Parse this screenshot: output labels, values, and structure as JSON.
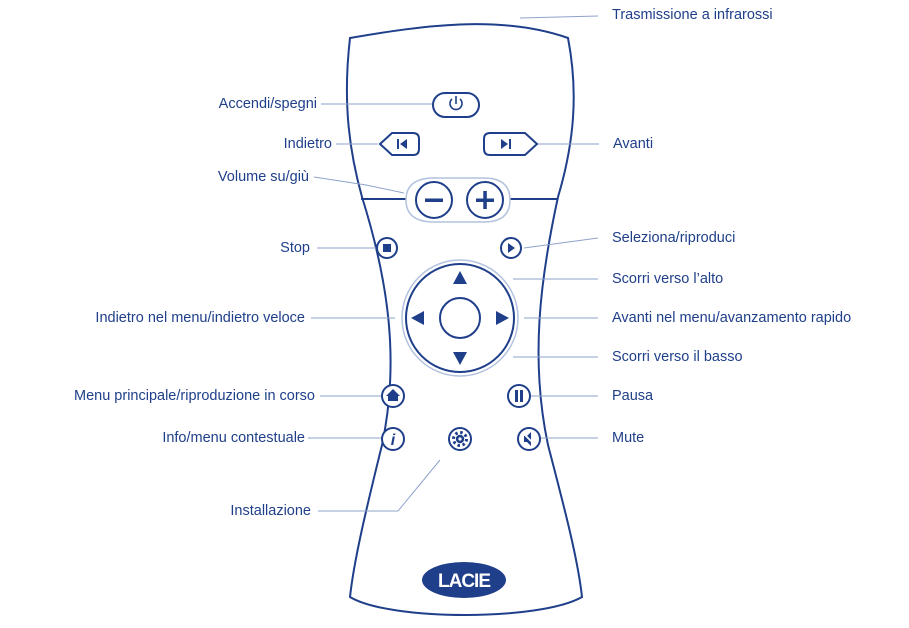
{
  "colors": {
    "line": "#1f3f8a",
    "leader": "#8fa3cc",
    "ring": "#b3c2de",
    "badge": "#1f3f8a"
  },
  "logo": {
    "text": "LACIE"
  },
  "labels": {
    "infrared": "Trasmissione a infrarossi",
    "power": "Accendi/spegni",
    "back": "Indietro",
    "forward": "Avanti",
    "volume": "Volume su/giù",
    "stop": "Stop",
    "select_play": "Seleziona/riproduci",
    "scroll_up": "Scorri verso l’alto",
    "menu_back": "Indietro nel menu/indietro veloce",
    "menu_forward": "Avanti nel menu/avanzamento rapido",
    "scroll_down": "Scorri verso il basso",
    "main_menu": "Menu principale/riproduzione in corso",
    "pause": "Pausa",
    "info": "Info/menu contestuale",
    "mute": "Mute",
    "setup": "Installazione"
  },
  "icons": {
    "power": "power-icon",
    "prev": "skip-back-icon",
    "next": "skip-forward-icon",
    "minus": "minus-icon",
    "plus": "plus-icon",
    "stop": "stop-icon",
    "play": "play-icon",
    "home": "home-icon",
    "pause": "pause-icon",
    "info": "info-icon",
    "settings": "gear-icon",
    "mute": "mute-icon"
  }
}
